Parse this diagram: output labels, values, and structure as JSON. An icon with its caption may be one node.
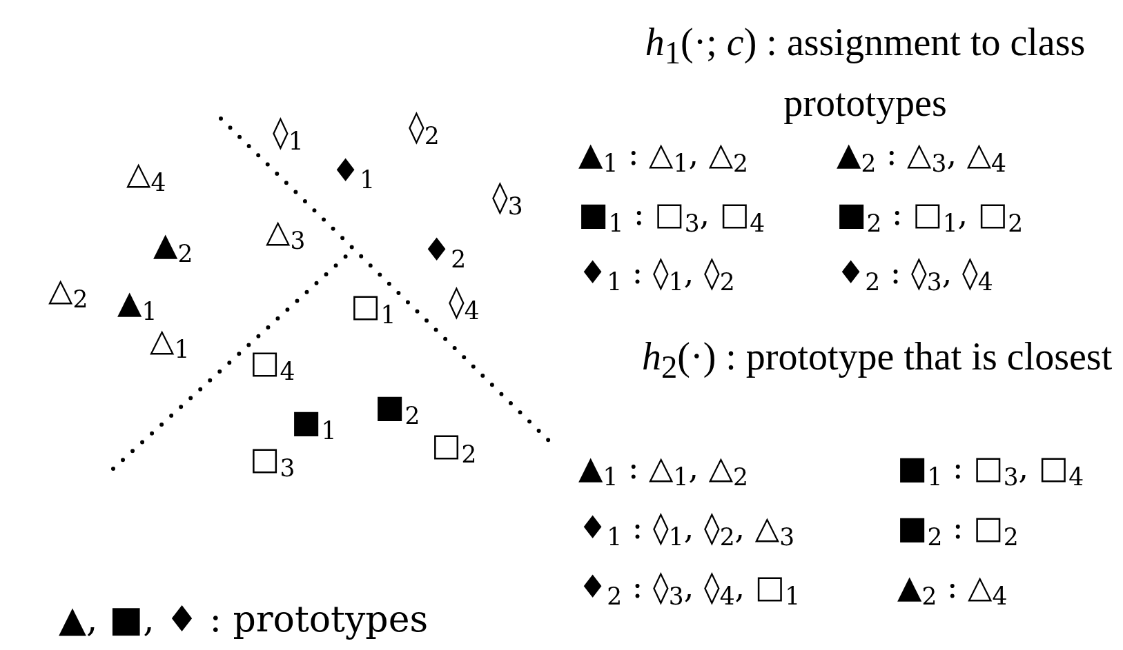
{
  "diagram": {
    "labels": [
      "◊$_{1}$",
      "◊$_{2}$",
      "△$_{4}$",
      "♦$_{1}$",
      "◊$_{3}$",
      "△$_{3}$",
      "▲$_{2}$",
      "♦$_{2}$",
      "△$_{2}$",
      "▲$_{1}$",
      "□$_{1}$",
      "◊$_{4}$",
      "△$_{1}$",
      "□$_{4}$",
      "■$_{2}$",
      "■$_{1}$",
      "□$_{2}$",
      "□$_{3}$",
      "*h*$_{1}$(·; *c*) : assignment to class prototypes",
      "▲$_{1}$ : △$_{1}$, △$_{2}$",
      "▲$_{2}$ : △$_{3}$, △$_{4}$",
      "■$_{1}$ : □$_{3}$, □$_{4}$",
      "■$_{2}$ : □$_{1}$, □$_{2}$",
      "♦$_{1}$ : ◊$_{1}$, ◊$_{2}$",
      "♦$_{2}$ : ◊$_{3}$, ◊$_{4}$",
      "*h*$_{2}$(·) : prototype that is closest",
      "▲$_{1}$ : △$_{1}$, △$_{2}$",
      "■$_{1}$ : □$_{3}$, □$_{4}$",
      "♦$_{1}$ : ◊$_{1}$, ◊$_{2}$, △$_{3}$",
      "■$_{2}$ : □$_{2}$",
      "♦$_{2}$ : ◊$_{3}$, ◊$_{4}$, □$_{1}$",
      "▲$_{2}$ : △$_{4}$",
      "▲, ■, ♦ : prototypes"
    ]
  }
}
